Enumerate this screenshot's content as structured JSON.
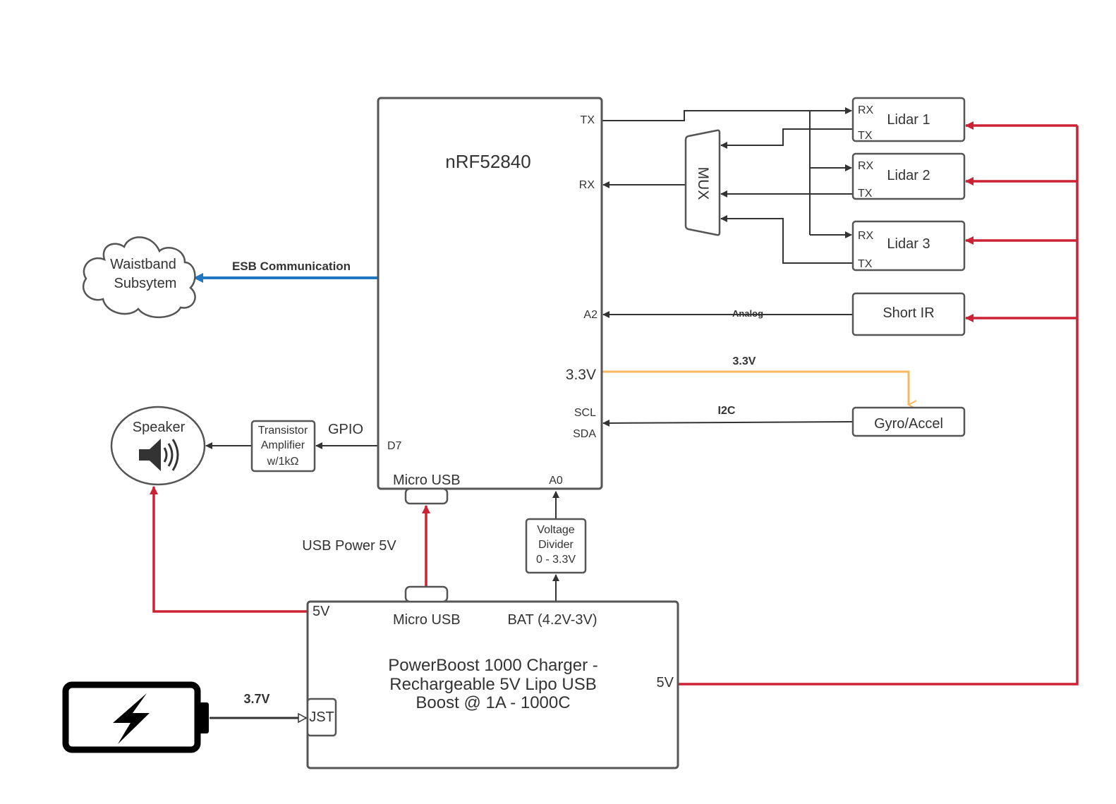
{
  "colors": {
    "power": "#cc2233",
    "radio": "#1f78c0",
    "logic": "#f8b860",
    "wire": "#333333",
    "box": "#555555"
  },
  "mcu": {
    "title": "nRF52840",
    "tx": "TX",
    "rx": "RX",
    "a2": "A2",
    "v33": "3.3V",
    "scl": "SCL",
    "sda": "SDA",
    "d7": "D7",
    "micro_usb": "Micro USB",
    "a0": "A0"
  },
  "mux": {
    "label": "MUX"
  },
  "lidar1": {
    "name": "Lidar 1",
    "rx": "RX",
    "tx": "TX"
  },
  "lidar2": {
    "name": "Lidar 2",
    "rx": "RX",
    "tx": "TX"
  },
  "lidar3": {
    "name": "Lidar 3",
    "rx": "RX",
    "tx": "TX"
  },
  "short_ir": {
    "name": "Short IR"
  },
  "gyro": {
    "name": "Gyro/Accel"
  },
  "cloud": {
    "line1": "Waistband",
    "line2": "Subsytem"
  },
  "esb": {
    "label": "ESB Communication"
  },
  "analog": {
    "label": "Analog"
  },
  "v33_wire": {
    "label": "3.3V"
  },
  "i2c": {
    "label": "I2C"
  },
  "speaker": {
    "label": "Speaker",
    "icon": "speaker-icon"
  },
  "amp": {
    "line1": "Transistor",
    "line2": "Amplifier",
    "line3": "w/1kΩ"
  },
  "gpio": {
    "label": "GPIO"
  },
  "usb_power": {
    "label": "USB Power 5V"
  },
  "divider": {
    "line1": "Voltage",
    "line2": "Divider",
    "line3": "0 - 3.3V"
  },
  "powerboost": {
    "line1": "PowerBoost 1000 Charger -",
    "line2": "Rechargeable 5V Lipo USB",
    "line3": "Boost @ 1A - 1000C",
    "v5_left": "5V",
    "v5_right": "5V",
    "micro_usb": "Micro USB",
    "bat": "BAT (4.2V-3V)",
    "jst": "JST"
  },
  "battery": {
    "icon": "battery-icon",
    "voltage": "3.7V"
  }
}
